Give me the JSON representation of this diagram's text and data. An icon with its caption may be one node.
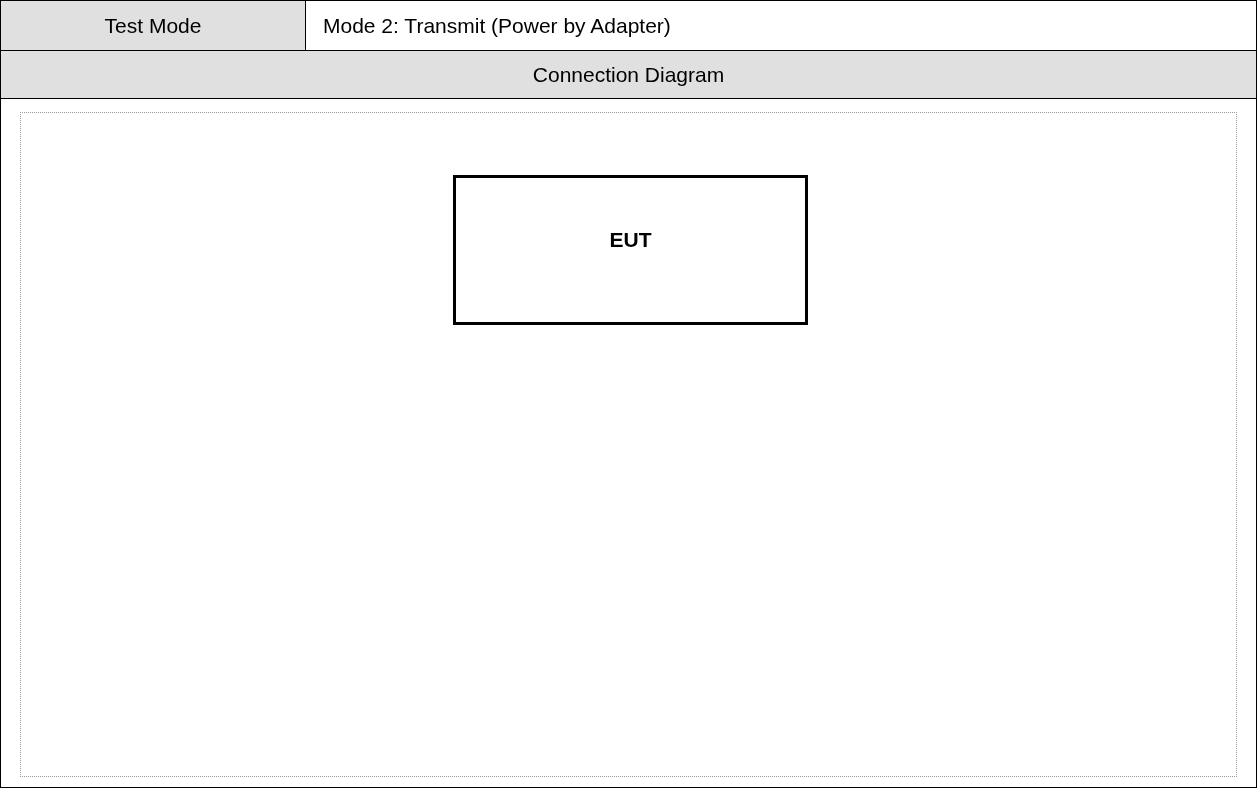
{
  "diagram": {
    "nodes": [
      {
        "text": [
          "EUT"
        ]
      }
    ],
    "labels": [
      "Test Mode",
      "Mode 2: Transmit (Power by Adapter)",
      "Connection Diagram"
    ]
  }
}
